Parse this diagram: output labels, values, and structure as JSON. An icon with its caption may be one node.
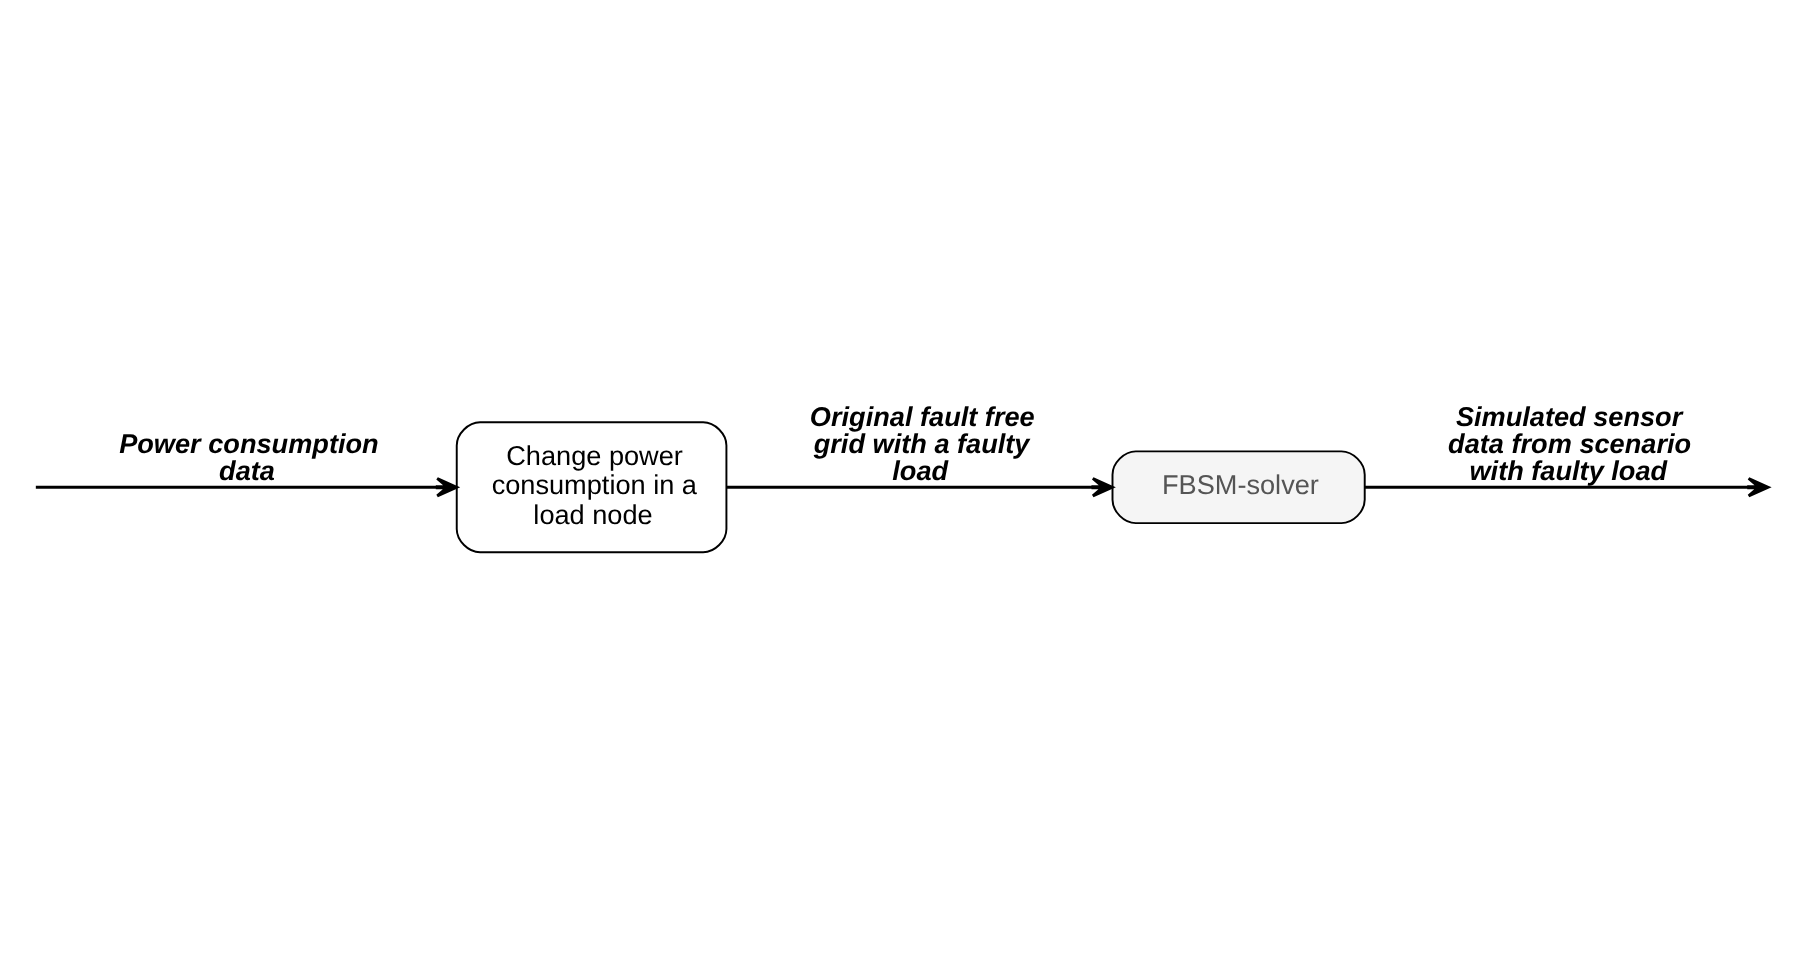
{
  "diagram": {
    "nodes": [
      {
        "text": [
          "Change power consumption in a load node"
        ]
      },
      {
        "text": [
          "FBSM-solver"
        ]
      }
    ],
    "edges": [
      {
        "from": null,
        "to": 0,
        "arrow": "to",
        "label": "Power consumption data"
      },
      {
        "from": 0,
        "to": 1,
        "arrow": "to",
        "label": "Original fault free grid with a faulty load"
      },
      {
        "from": 1,
        "to": null,
        "arrow": "to",
        "label": "Simulated sensor data from scenario with faulty load"
      }
    ]
  }
}
